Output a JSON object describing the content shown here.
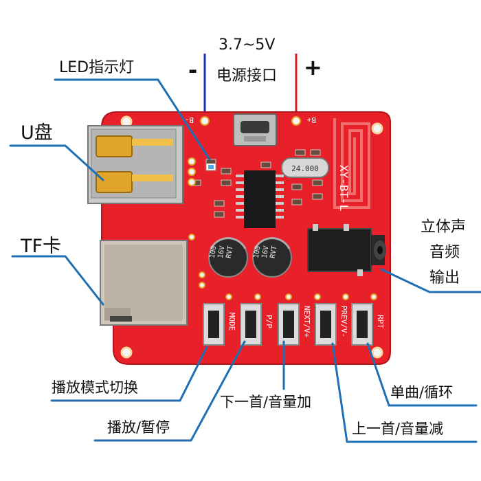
{
  "labels": {
    "voltage": "3.7~5V",
    "power_port": "电源接口",
    "minus": "-",
    "plus": "+",
    "led": "LED指示灯",
    "usb": "U盘",
    "tf": "TF卡",
    "stereo_line1": "立体声",
    "stereo_line2": "音频",
    "stereo_line3": "输出",
    "mode_switch": "播放模式切换",
    "play_pause": "播放/暂停",
    "next_vol_up": "下一首/音量加",
    "single_loop": "单曲/循环",
    "prev_vol_down": "上一首/音量减"
  },
  "board": {
    "name": "XY-BT-L",
    "crystal": "24.000",
    "pad_minus": "B-",
    "pad_plus": "B+",
    "cap_value": "100",
    "cap_voltage": "16V",
    "cap_brand": "RVT",
    "buttons": [
      "MODE",
      "P/P",
      "NEXT/V+",
      "PREV/V-",
      "RPT"
    ]
  },
  "colors": {
    "board": "#e8202a",
    "line_blue": "#1f6fb5",
    "wire_minus": "#1d2fa8",
    "wire_plus": "#d31e1e",
    "gold": "#e0a52a"
  }
}
